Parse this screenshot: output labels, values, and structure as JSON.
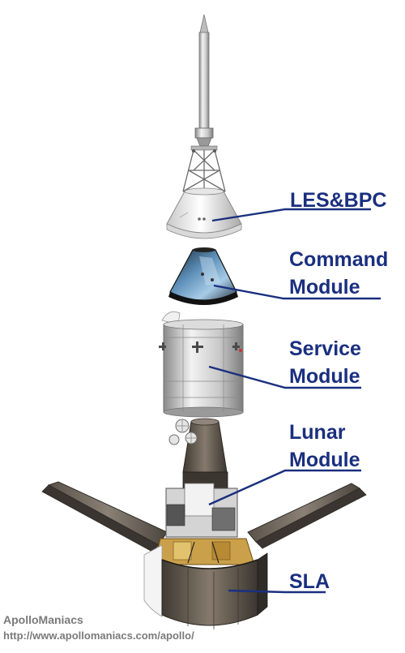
{
  "labels": {
    "les_bpc": "LES&BPC",
    "command_line1": "Command",
    "command_line2": "Module",
    "service_line1": "Service",
    "service_line2": "Module",
    "lunar_line1": "Lunar",
    "lunar_line2": "Module",
    "sla": "SLA"
  },
  "credit": {
    "name": "ApolloManiacs",
    "url": "http://www.apollomaniacs.com/apollo/"
  },
  "colors": {
    "label_text": "#1a2f7f",
    "leader_line": "#1a2f7f",
    "credit_text": "#7a7a7a"
  }
}
